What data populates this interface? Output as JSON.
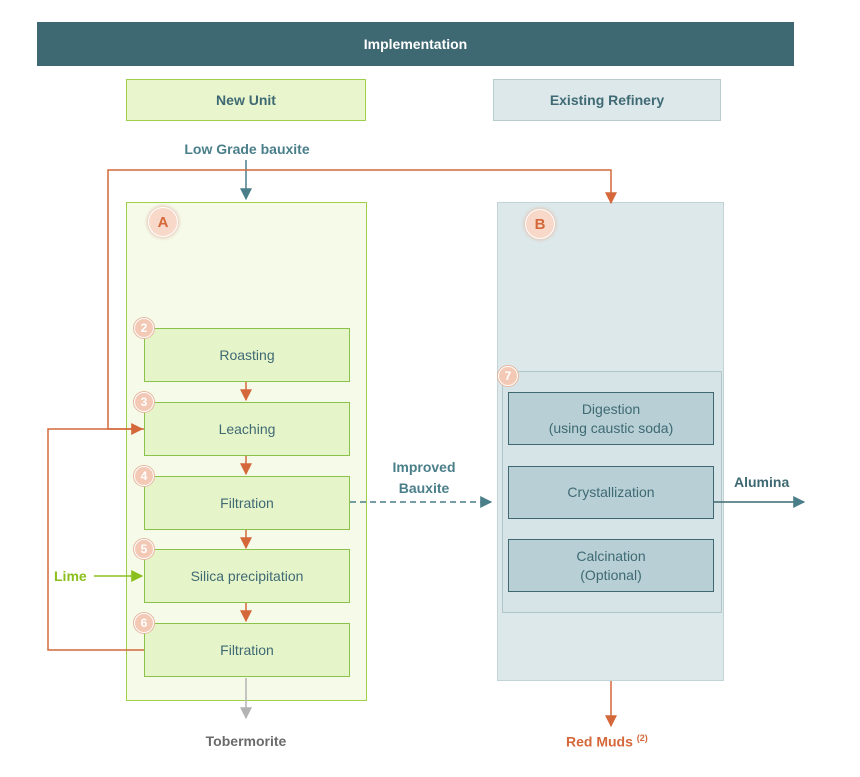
{
  "header": {
    "title": "Implementation"
  },
  "columns": {
    "new_unit": "New Unit",
    "existing_refinery": "Existing Refinery"
  },
  "inputs": {
    "bauxite": "Low Grade bauxite",
    "lime": "Lime"
  },
  "panel_a": {
    "badge": "A"
  },
  "panel_b": {
    "badge": "B"
  },
  "steps": [
    {
      "number": "2",
      "label": "Roasting"
    },
    {
      "number": "3",
      "label": "Leaching"
    },
    {
      "number": "4",
      "label": "Filtration"
    },
    {
      "number": "5",
      "label": "Silica precipitation"
    },
    {
      "number": "6",
      "label": "Filtration"
    }
  ],
  "refinery": {
    "number": "7",
    "steps": [
      {
        "line1": "Digestion",
        "line2": "(using caustic soda)"
      },
      {
        "line1": "Crystallization",
        "line2": ""
      },
      {
        "line1": "Calcination",
        "line2": "(Optional)"
      }
    ]
  },
  "flows": {
    "improved_line1": "Improved",
    "improved_line2": "Bauxite",
    "alumina": "Alumina",
    "tobermorite": "Tobermorite",
    "red_muds": "Red Muds",
    "red_muds_note": "(2)"
  },
  "colors": {
    "header": "#3e6872",
    "teal_arrow": "#4a7f8a",
    "orange_arrow": "#d4683a",
    "green_arrow": "#8bbf1e",
    "grey_arrow": "#b3b3b3"
  }
}
